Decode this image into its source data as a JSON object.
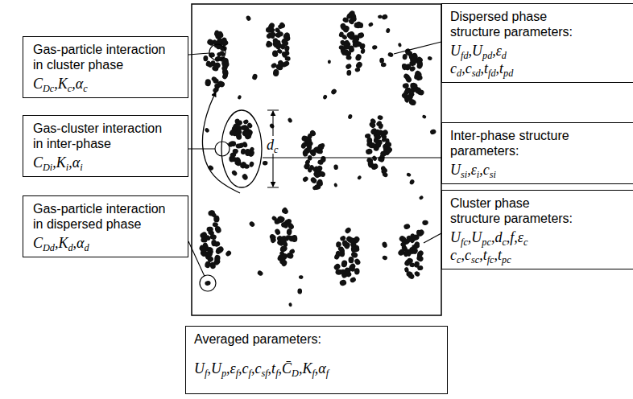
{
  "diagram": {
    "nodes": [
      {
        "text": [
          "Dispersed phase structure parameters:",
          "Ufd,Upd,εd cd,csd,tfd,tpd"
        ]
      },
      {
        "text": [
          "Gas-particle interaction in cluster phase",
          "CDc,Kc,αc"
        ]
      },
      {
        "text": [
          "Gas-cluster interaction in inter-phase",
          "CDi,Ki,αi"
        ]
      },
      {
        "text": [
          "Inter-phase structure parameters:",
          "Usi,εi,csi"
        ]
      },
      {
        "text": [
          "Cluster phase structure parameters:",
          "Ufc,Upc,dc,f,εc cc,csc,tfc,tpc"
        ]
      },
      {
        "text": [
          "Gas-particle interaction in dispersed phase",
          "CDd,Kd,αd"
        ]
      },
      {
        "text": [
          "Averaged parameters:",
          "Uf,Up,εf,cf,csf,tf,C̄D,Kf,αf"
        ]
      }
    ],
    "labels": [
      "dc"
    ]
  }
}
